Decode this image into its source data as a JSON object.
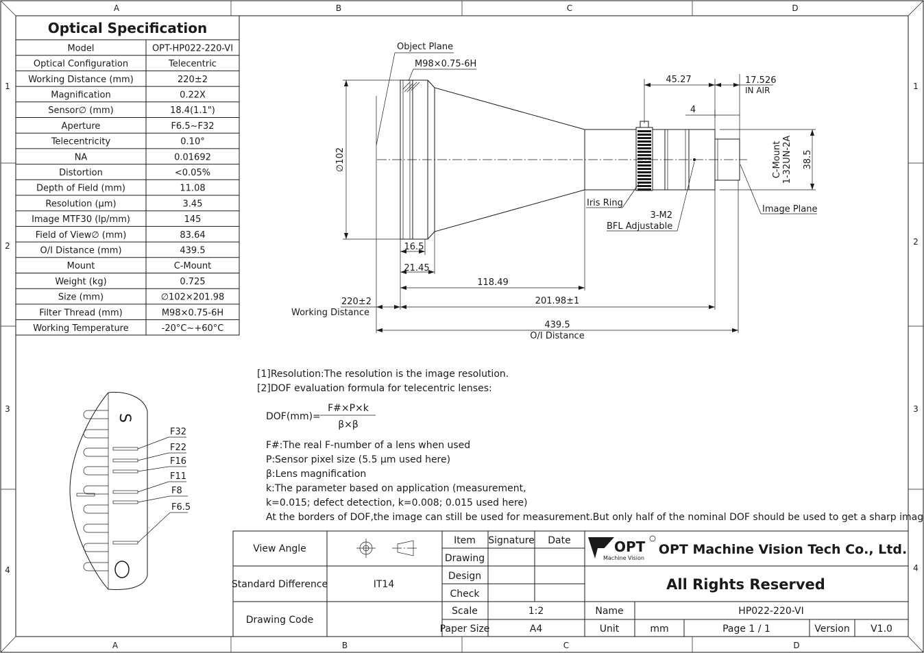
{
  "frame": {
    "columns": [
      "A",
      "B",
      "C",
      "D"
    ],
    "rows": [
      "1",
      "2",
      "3",
      "4"
    ]
  },
  "spec": {
    "title": "Optical Specification",
    "rows": [
      {
        "label": "Model",
        "value": "OPT-HP022-220-VI"
      },
      {
        "label": "Optical Configuration",
        "value": "Telecentric"
      },
      {
        "label": "Working Distance (mm)",
        "value": "220±2"
      },
      {
        "label": "Magnification",
        "value": "0.22X"
      },
      {
        "label": "Sensor∅ (mm)",
        "value": "18.4(1.1\")"
      },
      {
        "label": "Aperture",
        "value": "F6.5~F32"
      },
      {
        "label": "Telecentricity",
        "value": "0.10°"
      },
      {
        "label": "NA",
        "value": "0.01692"
      },
      {
        "label": "Distortion",
        "value": "<0.05%"
      },
      {
        "label": "Depth of Field (mm)",
        "value": "11.08"
      },
      {
        "label": "Resolution (µm)",
        "value": "3.45"
      },
      {
        "label": "Image MTF30 (lp/mm)",
        "value": "145"
      },
      {
        "label": "Field of View∅ (mm)",
        "value": "83.64"
      },
      {
        "label": "O/I Distance (mm)",
        "value": "439.5"
      },
      {
        "label": "Mount",
        "value": "C-Mount"
      },
      {
        "label": "Weight (kg)",
        "value": "0.725"
      },
      {
        "label": "Size (mm)",
        "value": "∅102×201.98"
      },
      {
        "label": "Filter Thread (mm)",
        "value": "M98×0.75-6H"
      },
      {
        "label": "Working Temperature",
        "value": "-20°C~+60°C"
      }
    ]
  },
  "drawing": {
    "object_plane": "Object Plane",
    "thread": "M98×0.75-6H",
    "dia_102": "∅102",
    "dim_45_27": "45.27",
    "dim_17_526": "17.526",
    "in_air": "IN AIR",
    "dim_4": "4",
    "dim_38_5": "38.5",
    "c_mount": "C-Mount",
    "unf": "1-32UN-2A",
    "iris_ring": "Iris Ring",
    "m2": "3-M2",
    "bfl": "BFL Adjustable",
    "image_plane": "Image Plane",
    "dim_16_5": "16.5",
    "dim_21_45": "21.45",
    "dim_118_49": "118.49",
    "dim_220": "220±2",
    "working_distance": "Working Distance",
    "dim_201_98": "201.98±1",
    "dim_439_5": "439.5",
    "oi_distance": "O/I Distance"
  },
  "notes": {
    "n1": "[1]Resolution:The resolution is  the image resolution.",
    "n2": "[2]DOF evaluation formula for telecentric lenses:",
    "dof_lhs": "DOF(mm)=",
    "dof_num": "F#×P×k",
    "dof_den": "β×β",
    "l1": "F#:The real F-number of a lens when used",
    "l2": "P:Sensor pixel size (5.5 µm used here)",
    "l3": "β:Lens magnification",
    "l4": "k:The parameter based on application (measurement,",
    "l5": "k=0.015; defect detection, k=0.008; 0.015 used here)",
    "l6": "At the borders of DOF,the image can still be used for measurement.But only half of the nominal DOF should be used to get a sharp image."
  },
  "iris": {
    "labels": [
      "F32",
      "F22",
      "F16",
      "F11",
      "F8",
      "F6.5"
    ]
  },
  "titleblock": {
    "view_angle": "View Angle",
    "standard_difference": "Standard Difference",
    "it14": "IT14",
    "drawing_code": "Drawing Code",
    "item": "Item",
    "signature": "Signature",
    "date": "Date",
    "drawing": "Drawing",
    "design": "Design",
    "check": "Check",
    "scale": "Scale",
    "scale_value": "1:2",
    "paper_size": "Paper Size",
    "paper_value": "A4",
    "logo_text": "OPT",
    "logo_sub": "Machine Vision",
    "company": "OPT Machine Vision Tech Co., Ltd.",
    "rights": "All Rights Reserved",
    "name": "Name",
    "name_value": "HP022-220-VI",
    "unit": "Unit",
    "unit_value": "mm",
    "page": "Page  1 / 1",
    "version": "Version",
    "version_value": "V1.0"
  },
  "colors": {
    "ink": "#1a1a1a",
    "paper": "#ffffff"
  }
}
